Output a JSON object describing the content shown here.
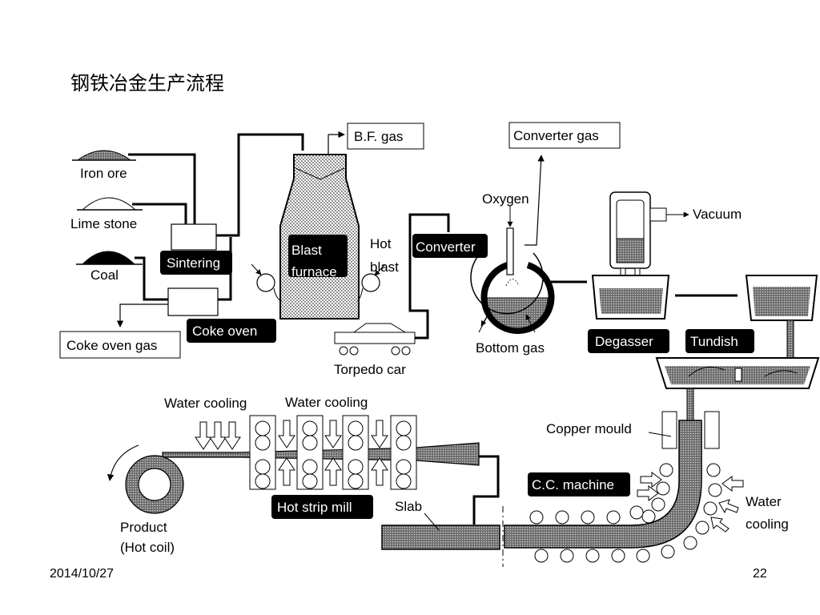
{
  "slide": {
    "title": "钢铁冶金生产流程",
    "date": "2014/10/27",
    "page_number": "22"
  },
  "labels": {
    "iron_ore": "Iron ore",
    "lime_stone": "Lime stone",
    "coal": "Coal",
    "sintering": "Sintering",
    "coke_oven": "Coke oven",
    "coke_oven_gas": "Coke oven gas",
    "bf_gas": "B.F. gas",
    "blast_furnace_line1": "Blast",
    "blast_furnace_line2": "furnace",
    "hot_blast_line1": "Hot",
    "hot_blast_line2": "blast",
    "torpedo_car": "Torpedo car",
    "converter_gas": "Converter gas",
    "oxygen": "Oxygen",
    "converter": "Converter",
    "bottom_gas": "Bottom gas",
    "vacuum": "Vacuum",
    "degasser": "Degasser",
    "tundish": "Tundish",
    "copper_mould": "Copper mould",
    "cc_machine": "C.C. machine",
    "water_cooling_right_line1": "Water",
    "water_cooling_right_line2": "cooling",
    "water_cooling_1": "Water cooling",
    "water_cooling_2": "Water cooling",
    "hot_strip_mill": "Hot strip mill",
    "slab": "Slab",
    "product_line1": "Product",
    "product_line2": "(Hot coil)"
  }
}
